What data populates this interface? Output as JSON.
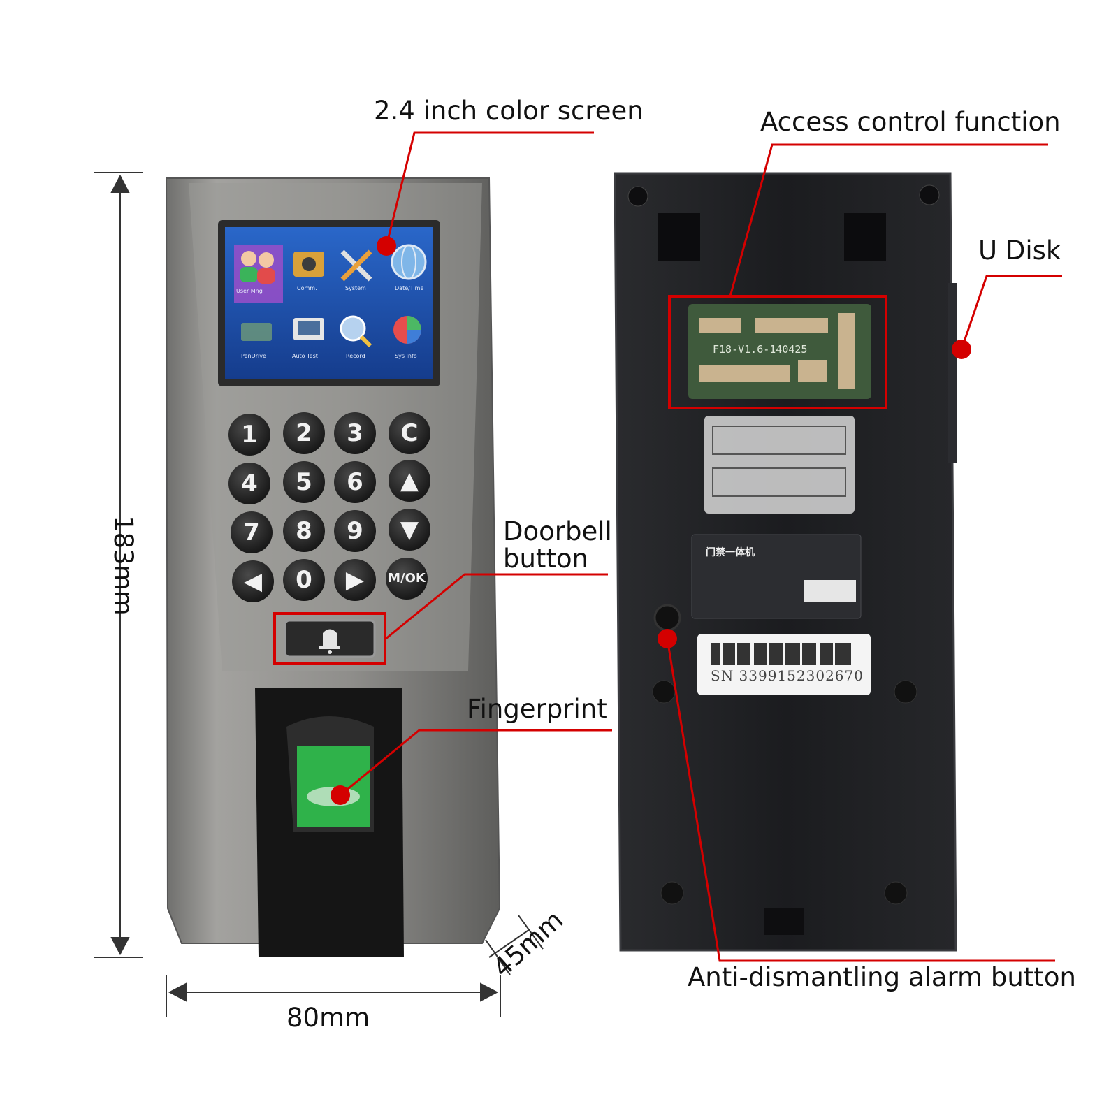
{
  "callouts": {
    "screen": "2.4 inch color screen",
    "access": "Access control function",
    "udisk": "U Disk",
    "doorbell": "Doorbell\nbutton",
    "fingerprint": "Fingerprint",
    "anti": "Anti-dismantling alarm button"
  },
  "dimensions": {
    "height": "183mm",
    "width": "80mm",
    "depth": "45mm"
  },
  "screen_menu": [
    {
      "label": "User Mng",
      "icon": "users-icon"
    },
    {
      "label": "Comm.",
      "icon": "camera-icon"
    },
    {
      "label": "System",
      "icon": "tools-icon"
    },
    {
      "label": "Date/Time",
      "icon": "globe-icon"
    },
    {
      "label": "PenDrive",
      "icon": "usb-drive-icon"
    },
    {
      "label": "Auto Test",
      "icon": "monitor-icon"
    },
    {
      "label": "Record",
      "icon": "magnifier-icon"
    },
    {
      "label": "Sys Info",
      "icon": "pie-chart-icon"
    }
  ],
  "keypad": [
    "1",
    "2",
    "3",
    "C",
    "4",
    "5",
    "6",
    "▲",
    "7",
    "8",
    "9",
    "▼",
    "◀",
    "0",
    "▶",
    "M/OK"
  ],
  "back_panel": {
    "pcb_label": "F18-V1.6-140425",
    "sticker_title": "门禁一体机",
    "serial": "SN   3399152302670"
  },
  "colors": {
    "callout_red": "#d40000",
    "device_body": "#8a8a88",
    "screen_bg": "#1f4ea8",
    "back_body": "#1c1d20"
  }
}
